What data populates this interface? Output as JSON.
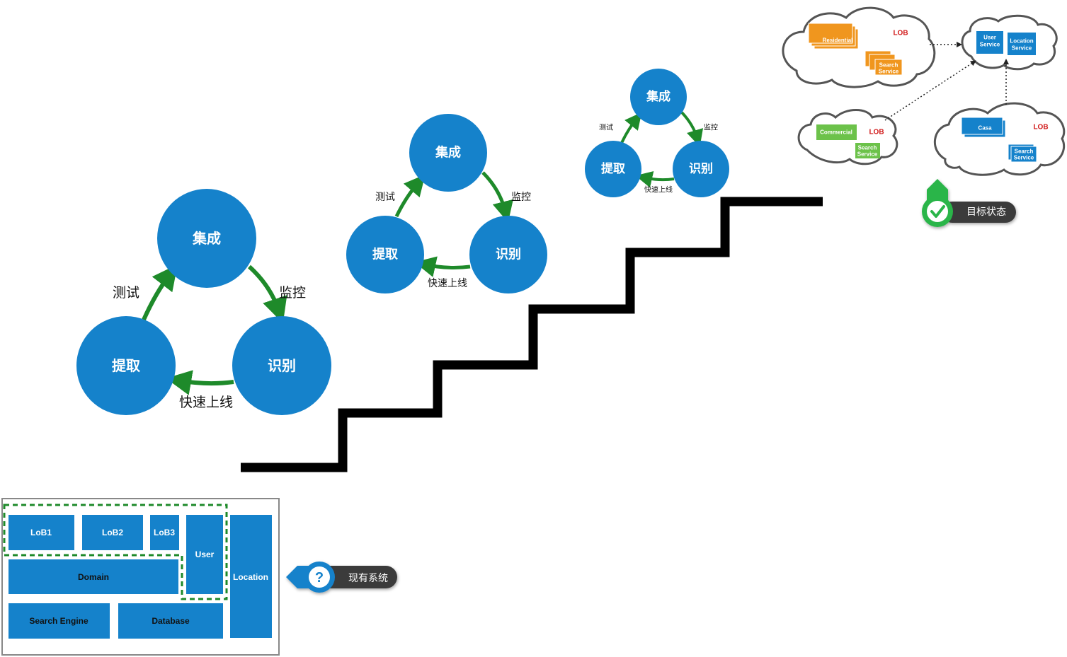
{
  "colors": {
    "circle": "#1582cb",
    "arrow": "#1e8a2a",
    "box": "#1582cb",
    "orange": "#f0961e",
    "green": "#6cc24a",
    "lob": "#d11a1a",
    "staircase": "#000000"
  },
  "cycles": [
    {
      "top": "集成",
      "right": "识别",
      "left": "提取",
      "test": "测试",
      "monitor": "监控",
      "release": "快速上线"
    },
    {
      "top": "集成",
      "right": "识别",
      "left": "提取",
      "test": "测试",
      "monitor": "监控",
      "release": "快速上线"
    },
    {
      "top": "集成",
      "right": "识别",
      "left": "提取",
      "test": "测试",
      "monitor": "监控",
      "release": "快速上线"
    }
  ],
  "current_system": {
    "lob1": "LoB1",
    "lob2": "LoB2",
    "lob3": "LoB3",
    "user": "User",
    "location": "Location",
    "domain": "Domain",
    "search_engine": "Search Engine",
    "database": "Database",
    "callout": "现有系统",
    "callout_icon": "question-icon"
  },
  "target_state": {
    "cloud1": {
      "residential": "Residential",
      "lob": "LOB",
      "search": "Search",
      "service": "Service"
    },
    "cloud2": {
      "user": "User",
      "user_service": "Service",
      "location": "Location",
      "location_service": "Service"
    },
    "cloud3": {
      "commercial": "Commercial",
      "lob": "LOB",
      "search": "Search",
      "service": "Service"
    },
    "cloud4": {
      "casa": "Casa",
      "lob": "LOB",
      "search": "Search",
      "service": "Service"
    },
    "callout": "目标状态",
    "callout_icon": "check-icon"
  }
}
